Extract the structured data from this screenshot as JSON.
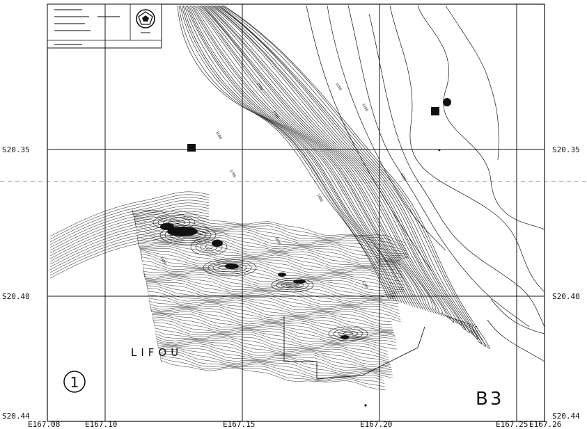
{
  "map": {
    "area_name": "LIFOU",
    "sheet_label": "B3",
    "sheet_number": "1",
    "latitude_labels": [
      "S20.35",
      "S20.40",
      "S20.44"
    ],
    "longitude_labels": [
      "E167.08",
      "E167.10",
      "E167.15",
      "E167.20",
      "E167.25",
      "E167.26"
    ],
    "contour_labels": [
      "1500",
      "1400",
      "1300",
      "1200",
      "1100",
      "1000",
      "1600",
      "1700",
      "1800"
    ],
    "markers": [
      {
        "kind": "square",
        "name": "station-square-1"
      },
      {
        "kind": "square",
        "name": "station-square-2"
      },
      {
        "kind": "circle",
        "name": "station-circle-1"
      }
    ]
  },
  "colors": {
    "ink": "#111111",
    "paper": "#ffffff"
  }
}
